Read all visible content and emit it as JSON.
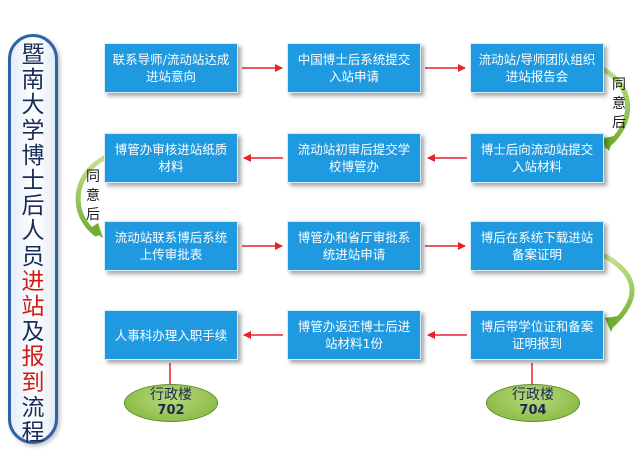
{
  "title_chars": [
    {
      "text": "暨",
      "color": "dark"
    },
    {
      "text": "南",
      "color": "dark"
    },
    {
      "text": "大",
      "color": "dark"
    },
    {
      "text": "学",
      "color": "dark"
    },
    {
      "text": "博",
      "color": "dark"
    },
    {
      "text": "士",
      "color": "dark"
    },
    {
      "text": "后",
      "color": "dark"
    },
    {
      "text": "人",
      "color": "dark"
    },
    {
      "text": "员",
      "color": "dark"
    },
    {
      "text": "进",
      "color": "red"
    },
    {
      "text": "站",
      "color": "red"
    },
    {
      "text": "及",
      "color": "dark"
    },
    {
      "text": "报",
      "color": "red"
    },
    {
      "text": "到",
      "color": "red"
    },
    {
      "text": "流",
      "color": "dark"
    },
    {
      "text": "程",
      "color": "dark"
    }
  ],
  "steps": {
    "s1": "联系导师/流动站达成进站意向",
    "s2": "中国博士后系统提交入站申请",
    "s3": "流动站/导师团队组织进站报告会",
    "s4": "博士后向流动站提交入站材料",
    "s5": "流动站初审后提交学校博管办",
    "s6": "博管办审核进站纸质材料",
    "s7": "流动站联系博后系统上传审批表",
    "s8": "博管办和省厅审批系统进站申请",
    "s9": "博后在系统下载进站备案证明",
    "s10": "博后带学位证和备案证明报到",
    "s11": "博管办返还博士后进站材料1份",
    "s12": "人事科办理入职手续"
  },
  "locations": {
    "left": {
      "name": "行政楼",
      "number": "702"
    },
    "right": {
      "name": "行政楼",
      "number": "704"
    }
  },
  "agree_label_chars": [
    "同",
    "意",
    "后"
  ],
  "colors": {
    "box_fill": "#1f9ae0",
    "arrow_red": "#e8212b",
    "curve_green": "#8cc63f",
    "title_border": "#2f63a8",
    "title_red": "#d11a1a"
  }
}
